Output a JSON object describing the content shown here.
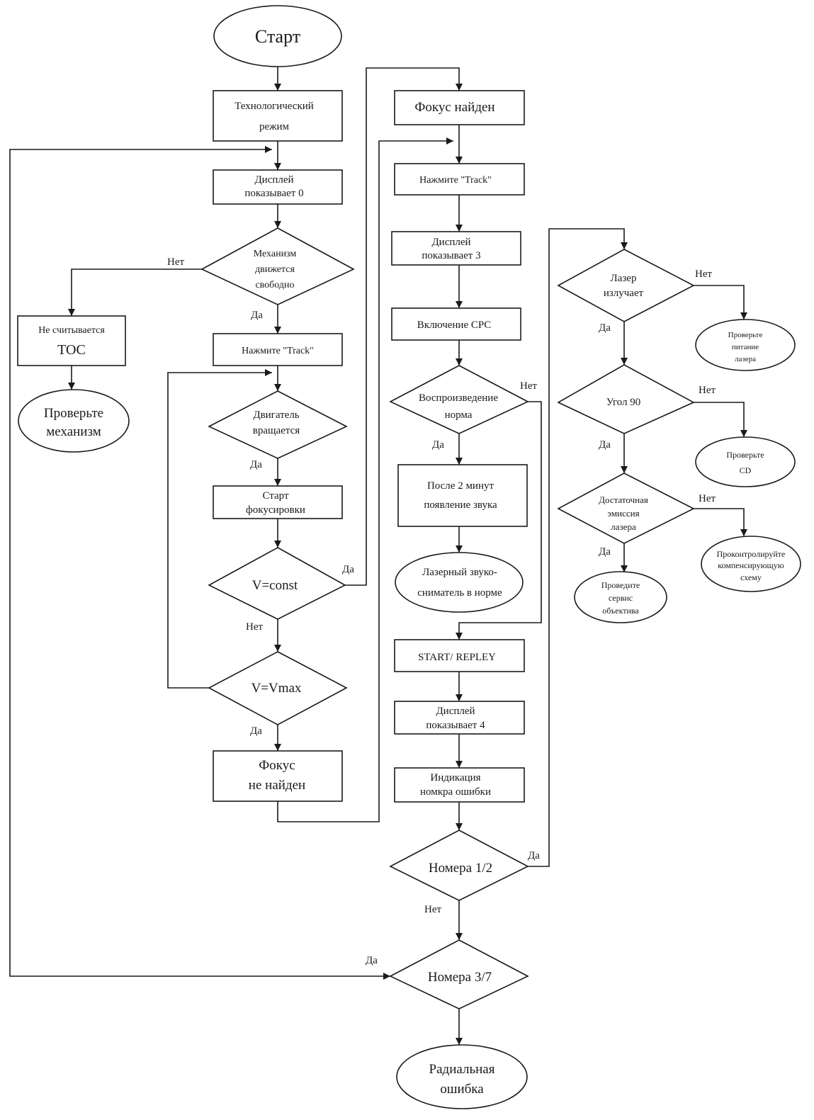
{
  "nodes": {
    "start": [
      "Старт"
    ],
    "tech_mode": [
      "Технологический",
      "режим"
    ],
    "display0": [
      "Дисплей",
      "показывает 0"
    ],
    "mech_free": [
      "Механизм",
      "движется",
      "свободно"
    ],
    "no_toc": [
      "Не считывается",
      "TOC"
    ],
    "check_mech": [
      "Проверьте",
      "механизм"
    ],
    "press_track1": [
      "Нажмите \"Track\""
    ],
    "motor": [
      "Двигатель",
      "вращается"
    ],
    "start_focus": [
      "Старт",
      "фокусировки"
    ],
    "v_const": [
      "V=const"
    ],
    "v_max": [
      "V=Vmax"
    ],
    "focus_not_found": [
      "Фокус",
      "не найден"
    ],
    "focus_found": [
      "Фокус найден"
    ],
    "press_track2": [
      "Нажмите \"Track\""
    ],
    "display3": [
      "Дисплей",
      "показывает 3"
    ],
    "cpc_on": [
      "Включение CPC"
    ],
    "playback_ok": [
      "Воспроизведение",
      "норма"
    ],
    "after2min": [
      "После 2 минут",
      "появление звука"
    ],
    "pickup_ok": [
      "Лазерный звуко-",
      "сниматель в норме"
    ],
    "start_repley": [
      "START/ REPLEY"
    ],
    "display4": [
      "Дисплей",
      "показывает 4"
    ],
    "error_ind": [
      "Индикация",
      "номкра ошибки"
    ],
    "num12": [
      "Номера 1/2"
    ],
    "num37": [
      "Номера 3/7"
    ],
    "radial_err": [
      "Радиальная",
      "ошибка"
    ],
    "laser_emits": [
      "Лазер",
      "излучает"
    ],
    "check_power": [
      "Проверьте",
      "питание",
      "лазера"
    ],
    "angle90": [
      "Угол 90"
    ],
    "check_cd": [
      "Проверьте",
      "CD"
    ],
    "enough_emission": [
      "Достаточная",
      "эмиссия",
      "лазера"
    ],
    "check_comp": [
      "Проконтролируйте",
      "компенсирующую",
      "схему"
    ],
    "lens_service": [
      "Проведите",
      "сервис",
      "объектива"
    ]
  },
  "branch_labels": {
    "yes": "Да",
    "no": "Нет"
  }
}
